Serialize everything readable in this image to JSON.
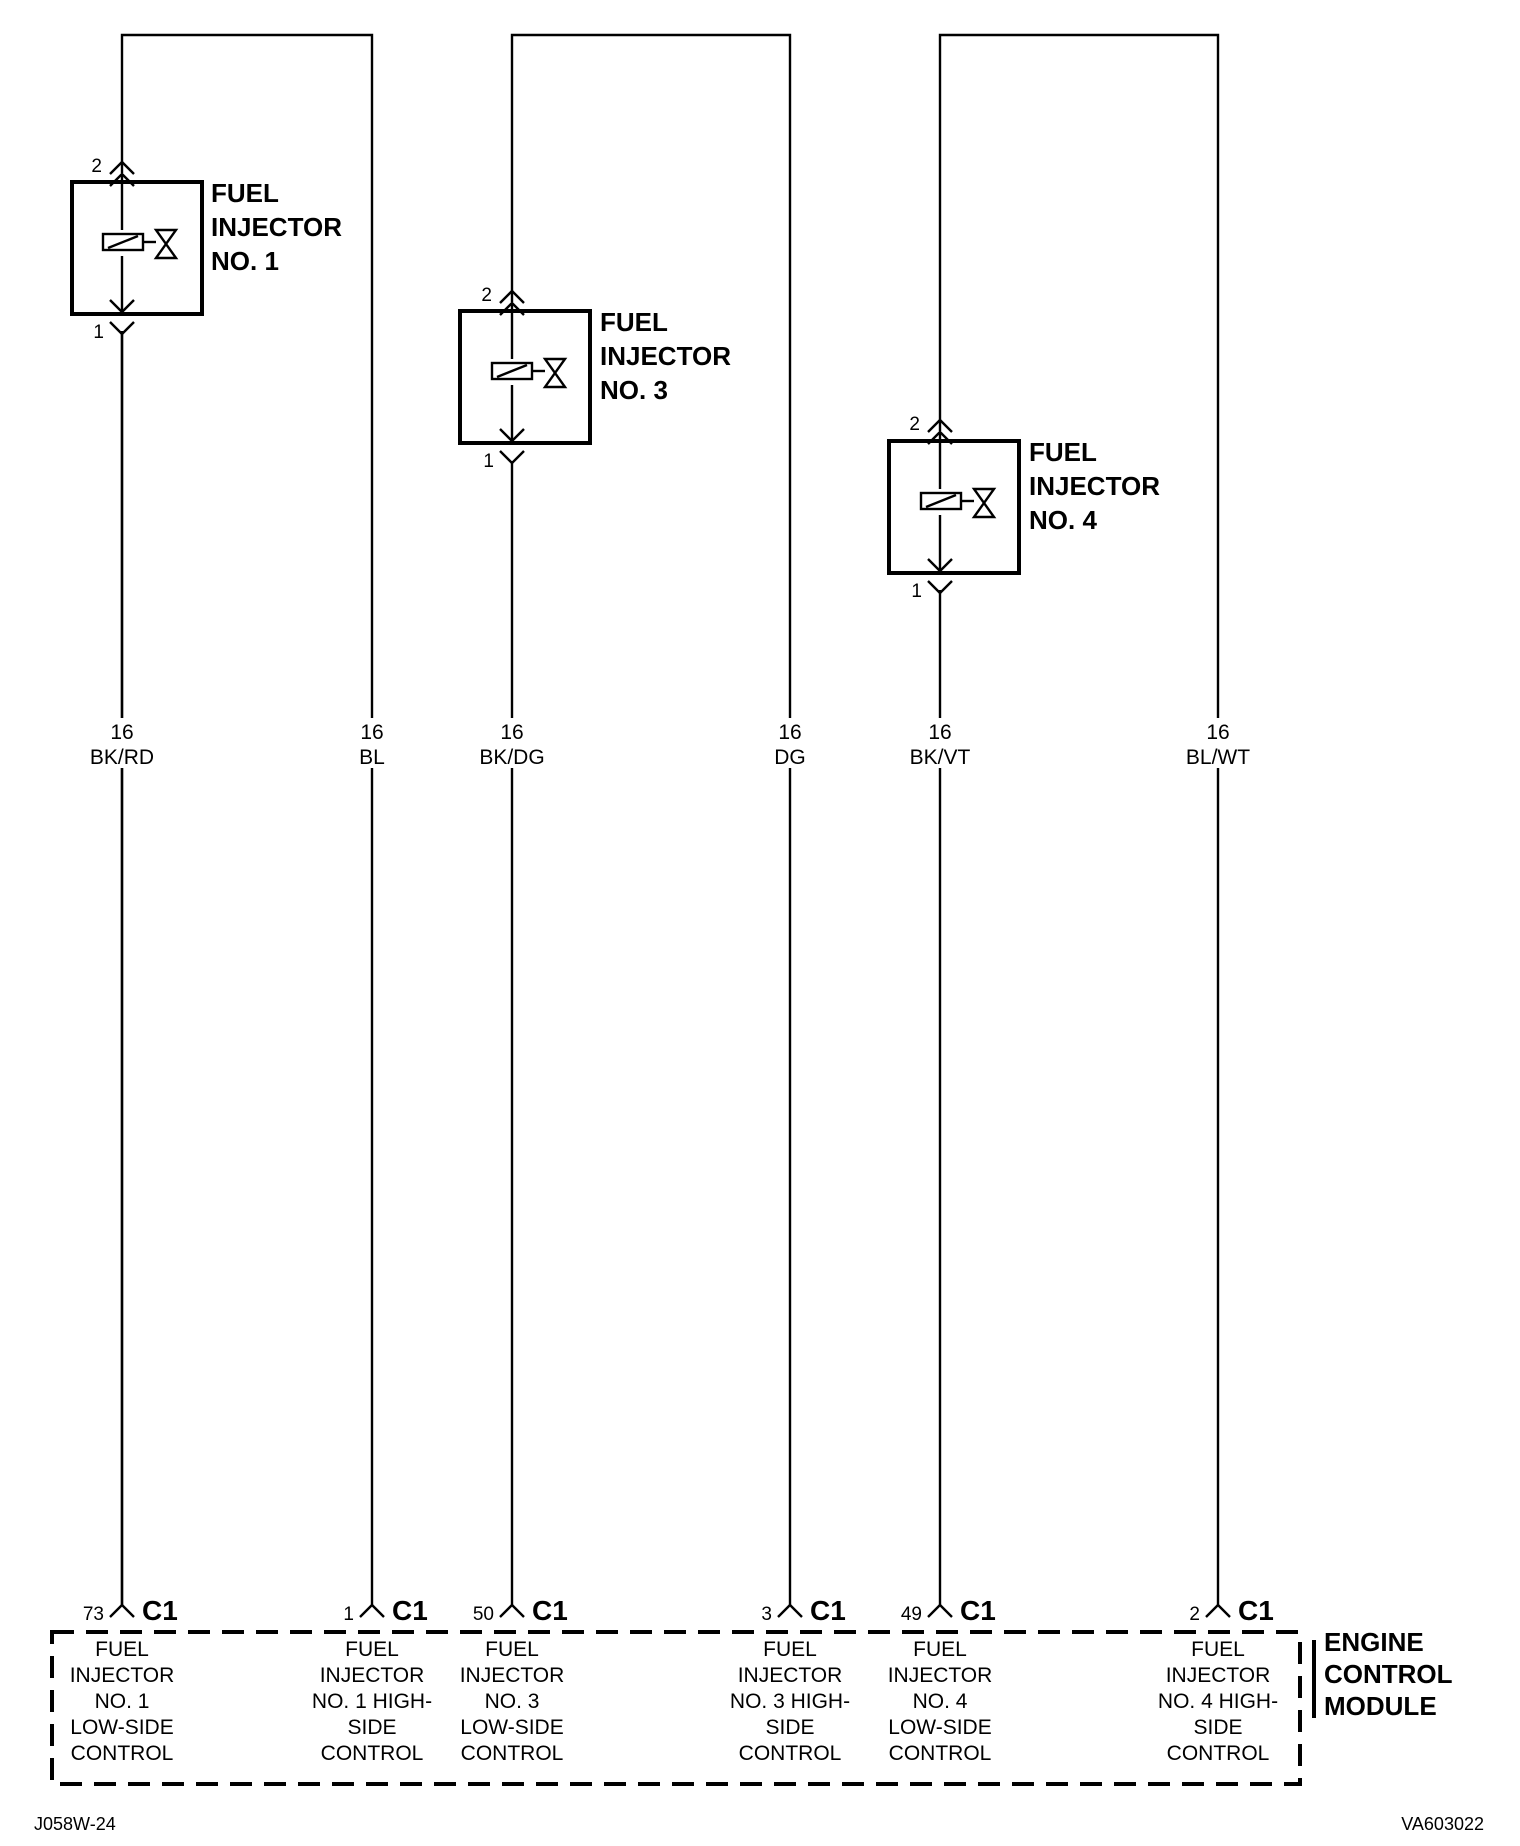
{
  "injectors": [
    {
      "title": [
        "FUEL",
        "INJECTOR",
        "NO. 1"
      ],
      "pin_top": "2",
      "pin_bottom": "1"
    },
    {
      "title": [
        "FUEL",
        "INJECTOR",
        "NO. 3"
      ],
      "pin_top": "2",
      "pin_bottom": "1"
    },
    {
      "title": [
        "FUEL",
        "INJECTOR",
        "NO. 4"
      ],
      "pin_top": "2",
      "pin_bottom": "1"
    }
  ],
  "wires": [
    {
      "gauge": "16",
      "color": "BK/RD"
    },
    {
      "gauge": "16",
      "color": "BL"
    },
    {
      "gauge": "16",
      "color": "BK/DG"
    },
    {
      "gauge": "16",
      "color": "DG"
    },
    {
      "gauge": "16",
      "color": "BK/VT"
    },
    {
      "gauge": "16",
      "color": "BL/WT"
    }
  ],
  "ecm_pins": [
    {
      "pin": "73",
      "connector": "C1",
      "label": [
        "FUEL",
        "INJECTOR",
        "NO. 1",
        "LOW-SIDE",
        "CONTROL"
      ]
    },
    {
      "pin": "1",
      "connector": "C1",
      "label": [
        "FUEL",
        "INJECTOR",
        "NO. 1 HIGH-",
        "SIDE",
        "CONTROL"
      ]
    },
    {
      "pin": "50",
      "connector": "C1",
      "label": [
        "FUEL",
        "INJECTOR",
        "NO. 3",
        "LOW-SIDE",
        "CONTROL"
      ]
    },
    {
      "pin": "3",
      "connector": "C1",
      "label": [
        "FUEL",
        "INJECTOR",
        "NO. 3 HIGH-",
        "SIDE",
        "CONTROL"
      ]
    },
    {
      "pin": "49",
      "connector": "C1",
      "label": [
        "FUEL",
        "INJECTOR",
        "NO. 4",
        "LOW-SIDE",
        "CONTROL"
      ]
    },
    {
      "pin": "2",
      "connector": "C1",
      "label": [
        "FUEL",
        "INJECTOR",
        "NO. 4 HIGH-",
        "SIDE",
        "CONTROL"
      ]
    }
  ],
  "ecm": {
    "title": [
      "ENGINE",
      "CONTROL",
      "MODULE"
    ]
  },
  "footer": {
    "left": "J058W-24",
    "right": "VA603022"
  }
}
